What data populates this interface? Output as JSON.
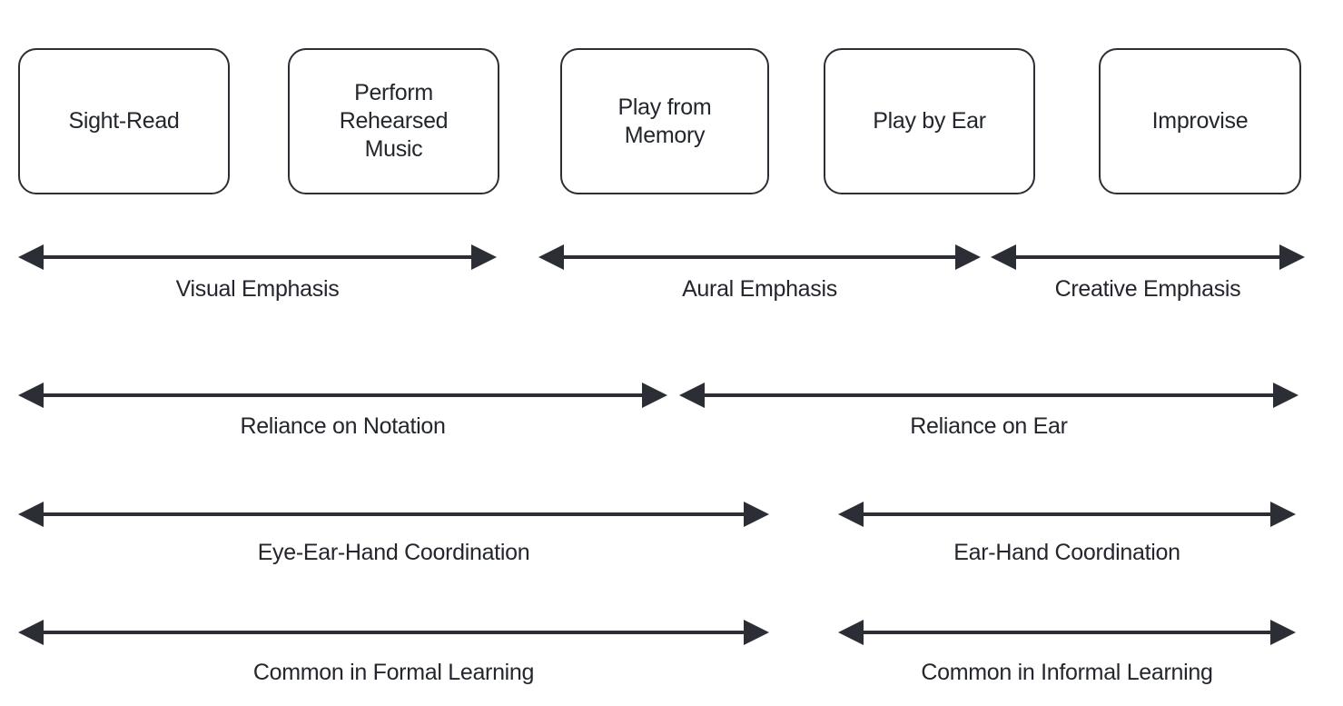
{
  "boxes": [
    {
      "label": "Sight-Read"
    },
    {
      "label": "Perform\nRehearsed\nMusic"
    },
    {
      "label": "Play from\nMemory"
    },
    {
      "label": "Play by Ear"
    },
    {
      "label": "Improvise"
    }
  ],
  "spectra": [
    {
      "label": "Visual Emphasis"
    },
    {
      "label": "Aural Emphasis"
    },
    {
      "label": "Creative Emphasis"
    },
    {
      "label": "Reliance on Notation"
    },
    {
      "label": "Reliance on Ear"
    },
    {
      "label": "Eye-Ear-Hand Coordination"
    },
    {
      "label": "Ear-Hand Coordination"
    },
    {
      "label": "Common in Formal Learning"
    },
    {
      "label": "Common in Informal Learning"
    }
  ],
  "colors": {
    "ink": "#2b2e35",
    "background": "#ffffff"
  }
}
